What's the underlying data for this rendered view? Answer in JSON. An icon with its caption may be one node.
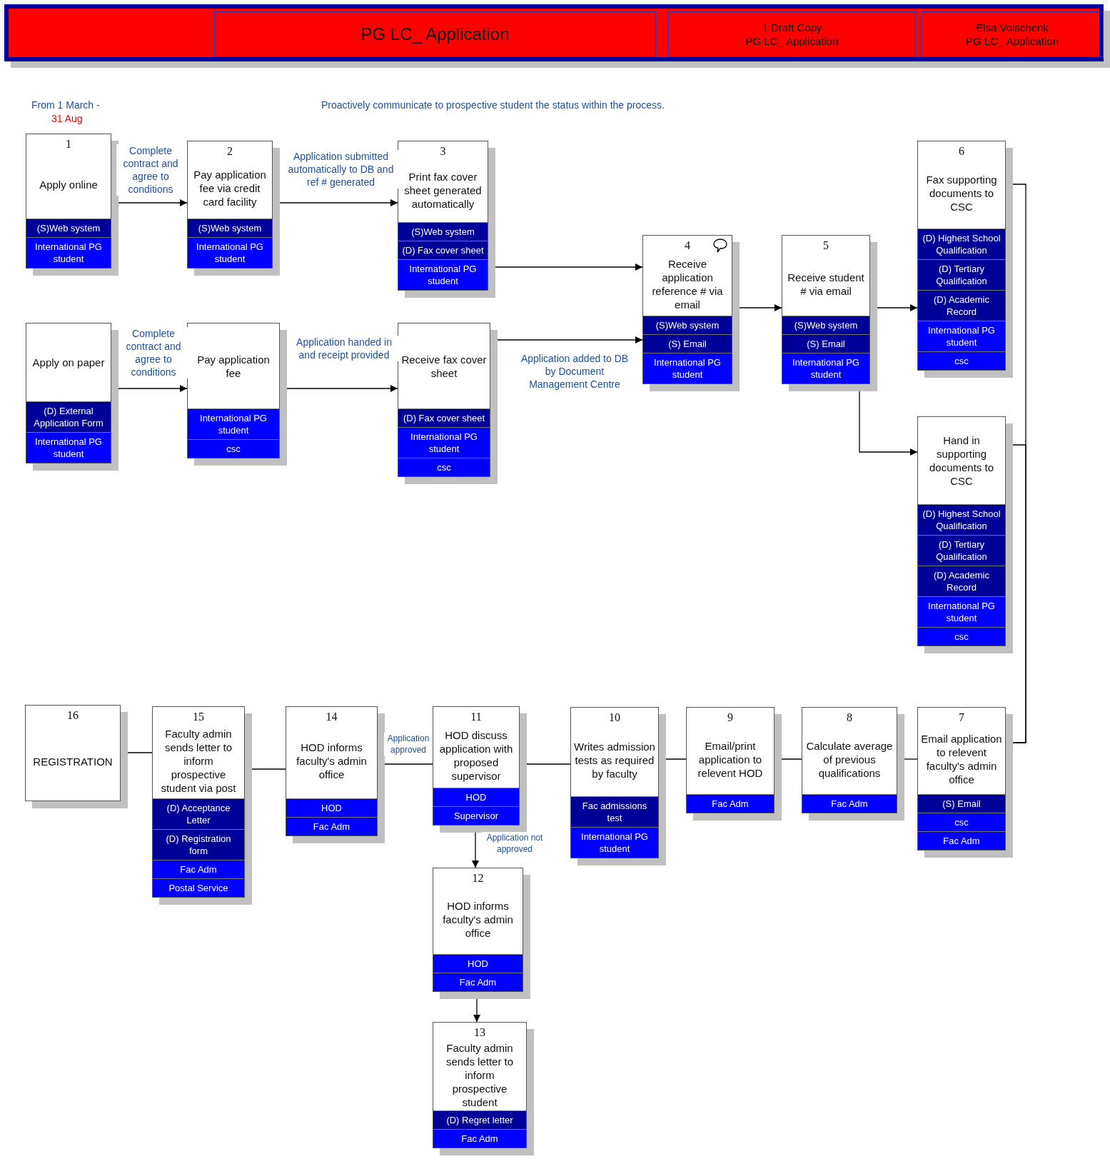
{
  "diagram": {
    "nodes": [
      {
        "text": [
          "PG LC_ Application"
        ]
      },
      {
        "text": [
          "1 Draft Copy",
          "PG LC_ Application"
        ]
      },
      {
        "text": [
          "Elsa Volschenk",
          "PG LC_ Application"
        ]
      },
      {
        "text": [
          "1",
          "Apply online"
        ]
      },
      {
        "text": [
          "(S)Web system"
        ],
        "in": 3
      },
      {
        "text": [
          "International PG student"
        ],
        "in": 3
      },
      {
        "text": [
          "2",
          "Pay application fee via credit card facility"
        ]
      },
      {
        "text": [
          "(S)Web system"
        ],
        "in": 6
      },
      {
        "text": [
          "International PG student"
        ],
        "in": 6
      },
      {
        "text": [
          "3",
          "Print fax cover sheet generated automatically"
        ]
      },
      {
        "text": [
          "(S)Web system"
        ],
        "in": 9
      },
      {
        "text": [
          "(D) Fax cover sheet"
        ],
        "in": 9
      },
      {
        "text": [
          "International PG student"
        ],
        "in": 9
      },
      {
        "text": [
          "Apply on paper"
        ]
      },
      {
        "text": [
          "(D) External Application Form"
        ],
        "in": 13
      },
      {
        "text": [
          "International PG student"
        ],
        "in": 13
      },
      {
        "text": [
          "Pay application fee"
        ]
      },
      {
        "text": [
          "International PG student"
        ],
        "in": 16
      },
      {
        "text": [
          "csc"
        ],
        "in": 16
      },
      {
        "text": [
          "Receive fax cover sheet"
        ]
      },
      {
        "text": [
          "(D) Fax cover sheet"
        ],
        "in": 19
      },
      {
        "text": [
          "International PG student"
        ],
        "in": 19
      },
      {
        "text": [
          "csc"
        ],
        "in": 19
      },
      {
        "text": [
          "4",
          "Receive application reference # via email"
        ]
      },
      {
        "text": [
          "(S)Web system"
        ],
        "in": 23
      },
      {
        "text": [
          "(S) Email"
        ],
        "in": 23
      },
      {
        "text": [
          "International PG student"
        ],
        "in": 23
      },
      {
        "text": [
          "5",
          "Receive student # via email"
        ]
      },
      {
        "text": [
          "(S)Web system"
        ],
        "in": 27
      },
      {
        "text": [
          "(S) Email"
        ],
        "in": 27
      },
      {
        "text": [
          "International PG student"
        ],
        "in": 27
      },
      {
        "text": [
          "6",
          "Fax supporting documents to CSC"
        ]
      },
      {
        "text": [
          "(D) Highest School Qualification"
        ],
        "in": 31
      },
      {
        "text": [
          "(D) Tertiary Qualification"
        ],
        "in": 31
      },
      {
        "text": [
          "(D) Academic Record"
        ],
        "in": 31
      },
      {
        "text": [
          "International PG student"
        ],
        "in": 31
      },
      {
        "text": [
          "csc"
        ],
        "in": 31
      },
      {
        "text": [
          "Hand in supporting documents to CSC"
        ]
      },
      {
        "text": [
          "(D) Highest School Qualification"
        ],
        "in": 37
      },
      {
        "text": [
          "(D) Tertiary Qualification"
        ],
        "in": 37
      },
      {
        "text": [
          "(D) Academic Record"
        ],
        "in": 37
      },
      {
        "text": [
          "International PG student"
        ],
        "in": 37
      },
      {
        "text": [
          "csc"
        ],
        "in": 37
      },
      {
        "text": [
          "7",
          "Email application to relevent faculty's admin office"
        ]
      },
      {
        "text": [
          "(S) Email"
        ],
        "in": 43
      },
      {
        "text": [
          "csc"
        ],
        "in": 43
      },
      {
        "text": [
          "Fac Adm"
        ],
        "in": 43
      },
      {
        "text": [
          "8",
          "Calculate average of previous qualifications"
        ]
      },
      {
        "text": [
          "Fac Adm"
        ],
        "in": 47
      },
      {
        "text": [
          "9",
          "Email/print application to relevent HOD"
        ]
      },
      {
        "text": [
          "Fac Adm"
        ],
        "in": 49
      },
      {
        "text": [
          "10",
          "Writes admission tests as required by faculty"
        ]
      },
      {
        "text": [
          "Fac admissions test"
        ],
        "in": 51
      },
      {
        "text": [
          "International PG student"
        ],
        "in": 51
      },
      {
        "text": [
          "11",
          "HOD discuss application with proposed supervisor"
        ]
      },
      {
        "text": [
          "HOD"
        ],
        "in": 54
      },
      {
        "text": [
          "Supervisor"
        ],
        "in": 54
      },
      {
        "text": [
          "12",
          "HOD informs faculty's admin office"
        ]
      },
      {
        "text": [
          "HOD"
        ],
        "in": 57
      },
      {
        "text": [
          "Fac Adm"
        ],
        "in": 57
      },
      {
        "text": [
          "13",
          "Faculty admin sends letter to inform prospective student"
        ]
      },
      {
        "text": [
          "(D) Regret letter"
        ],
        "in": 60
      },
      {
        "text": [
          "Fac Adm"
        ],
        "in": 60
      },
      {
        "text": [
          "14",
          "HOD informs faculty's admin office"
        ]
      },
      {
        "text": [
          "HOD"
        ],
        "in": 63
      },
      {
        "text": [
          "Fac Adm"
        ],
        "in": 63
      },
      {
        "text": [
          "15",
          "Faculty admin sends letter to inform prospective student via post"
        ]
      },
      {
        "text": [
          "(D) Acceptance Letter"
        ],
        "in": 66
      },
      {
        "text": [
          "(D) Registration form"
        ],
        "in": 66
      },
      {
        "text": [
          "Fac Adm"
        ],
        "in": 66
      },
      {
        "text": [
          "Postal Service"
        ],
        "in": 66
      },
      {
        "text": [
          "16",
          "REGISTRATION"
        ]
      }
    ],
    "edges": [
      {
        "from": 3,
        "to": 6,
        "arrow": "to",
        "label": "Complete contract and agree to conditions"
      },
      {
        "from": 6,
        "to": 9,
        "arrow": "to",
        "label": "Application submitted automatically to DB and ref # generated"
      },
      {
        "from": 9,
        "to": 23,
        "arrow": "to"
      },
      {
        "from": 13,
        "to": 16,
        "arrow": "to",
        "label": "Complete contract and agree to conditions"
      },
      {
        "from": 16,
        "to": 19,
        "arrow": "to",
        "label": "Application handed in and receipt provided"
      },
      {
        "from": 19,
        "to": 23,
        "arrow": "to",
        "label": "Application added to DB by Document Management Centre"
      },
      {
        "from": 23,
        "to": 27,
        "arrow": "to"
      },
      {
        "from": 27,
        "to": 31,
        "arrow": "to"
      },
      {
        "from": 27,
        "to": 37,
        "arrow": "to"
      },
      {
        "from": 31,
        "to": 43,
        "arrow": "to"
      },
      {
        "from": 37,
        "to": 43,
        "arrow": "to"
      },
      {
        "from": 43,
        "to": 47,
        "arrow": "to"
      },
      {
        "from": 47,
        "to": 49,
        "arrow": "to"
      },
      {
        "from": 49,
        "to": 51,
        "arrow": "to"
      },
      {
        "from": 51,
        "to": 54,
        "arrow": "to"
      },
      {
        "from": 54,
        "to": 63,
        "arrow": "to",
        "label": "Application approved"
      },
      {
        "from": 54,
        "to": 57,
        "arrow": "to",
        "label": "Application not approved"
      },
      {
        "from": 57,
        "to": 60,
        "arrow": "to"
      },
      {
        "from": 63,
        "to": 66,
        "arrow": "to"
      },
      {
        "from": 66,
        "to": 71,
        "arrow": "to"
      }
    ],
    "labels": [
      "From 1 March -",
      "31 Aug",
      "Proactively communicate to prospective student the status within the process."
    ]
  }
}
